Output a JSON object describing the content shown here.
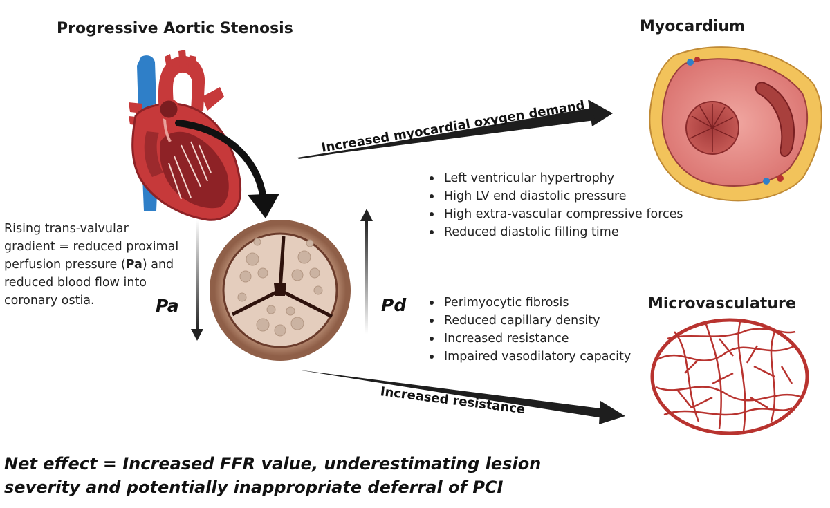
{
  "titles": {
    "stenosis": "Progressive Aortic Stenosis",
    "myocardium": "Myocardium",
    "microvasculature": "Microvasculature"
  },
  "left_text": {
    "line1": "Rising trans-valvular",
    "line2": "gradient = reduced proximal",
    "line3_before": "perfusion pressure (",
    "line3_bold": "Pa",
    "line3_after": ") and",
    "line4": "reduced blood flow into",
    "line5": "coronary ostia."
  },
  "pressure_labels": {
    "pa": "Pa",
    "pd": "Pd"
  },
  "arrows": {
    "oxygen_demand": "Increased myocardial oxygen demand",
    "resistance": "Increased resistance"
  },
  "myocardium_factors": [
    "Left ventricular hypertrophy",
    "High LV end diastolic pressure",
    "High extra-vascular compressive forces",
    "Reduced diastolic filling time"
  ],
  "microvascular_factors": [
    "Perimyocytic fibrosis",
    "Reduced capillary density",
    "Increased resistance",
    "Impaired vasodilatory capacity"
  ],
  "net_effect": {
    "line1": "Net effect = Increased FFR value, underestimating lesion",
    "line2": "severity and potentially inappropriate deferral of PCI"
  },
  "colors": {
    "heart_red": "#c6393a",
    "heart_dark": "#8e2226",
    "vein_blue": "#2f7fc8",
    "valve_tan": "#b98a6e",
    "myocardium_pink": "#e9918c",
    "fat_yellow": "#f2c35b",
    "vessel_red": "#b8332f",
    "arrow_black": "#1e1e1e"
  }
}
